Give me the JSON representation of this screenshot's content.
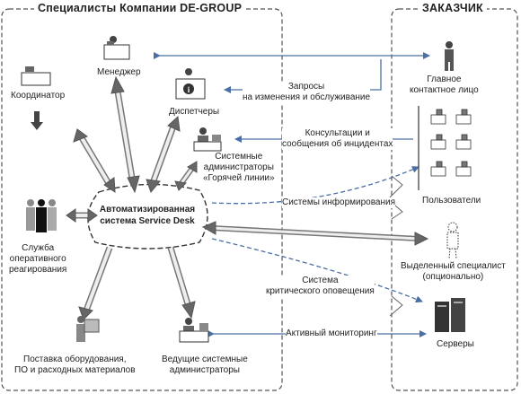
{
  "titles": {
    "left": "Специалисты Компании DE-GROUP",
    "right": "ЗАКАЗЧИК"
  },
  "center": {
    "line1": "Автоматизированная",
    "line2": "система Service Desk"
  },
  "nodes": {
    "manager": "Менеджер",
    "coordinator": "Координатор",
    "dispatchers": "Диспетчеры",
    "hotline_admins": [
      "Системные",
      "администраторы",
      "«Горячей линии»"
    ],
    "rapid_response": [
      "Служба",
      "оперативного",
      "реагирования"
    ],
    "supply": [
      "Поставка оборудования,",
      "ПО и расходных материалов"
    ],
    "lead_admins": [
      "Ведущие системные",
      "администраторы"
    ],
    "main_contact": [
      "Главное",
      "контактное лицо"
    ],
    "users": "Пользователи",
    "dedicated": [
      "Выделенный специалист",
      "(опционально)"
    ],
    "servers": "Серверы"
  },
  "flows": {
    "requests": [
      "Запросы",
      "на изменения и обслуживание"
    ],
    "consultations": [
      "Консультации и",
      "сообщения об инцидентах"
    ],
    "info_systems": "Системы информирования",
    "critical_alert": [
      "Система",
      "критического оповещения"
    ],
    "monitoring": "Активный мониторинг"
  }
}
